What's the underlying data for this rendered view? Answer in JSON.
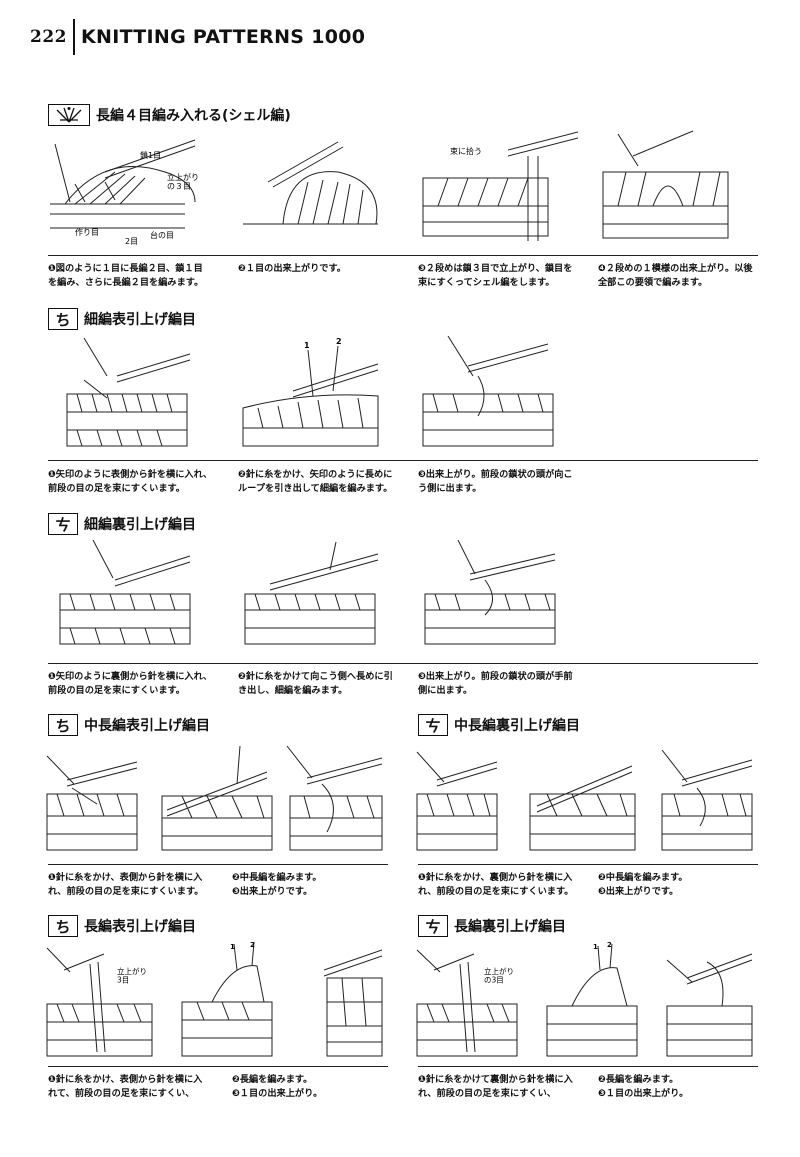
{
  "header": {
    "page_number": "222",
    "title": "KNITTING PATTERNS 1000"
  },
  "sections": [
    {
      "id": "shell",
      "symbol": "⩚",
      "title": "長編４目編み入れる(シェル編)",
      "figure_labels": [
        "鎖1目",
        "立上がり\nの３目",
        "作り目",
        "2目",
        "台の目",
        "束に拾う"
      ],
      "captions": [
        "❶図のように１目に長編２目、鎖１目\nを編み、さらに長編２目を編みます。",
        "❷１目の出来上がりです。",
        "❸２段めは鎖３目で立上がり、鎖目を\n束にすくってシェル編をします。",
        "❹２段めの１模様の出来上がり。以後\n全部この要領で編みます。"
      ]
    },
    {
      "id": "sc-front",
      "symbol": "ち",
      "title": "細編表引上げ編目",
      "figure_labels": [
        "1",
        "2"
      ],
      "captions": [
        "❶矢印のように表側から針を横に入れ、\n前段の目の足を束にすくいます。",
        "❷針に糸をかけ、矢印のように長めに\nループを引き出して細編を編みます。",
        "❸出来上がり。前段の鎖状の頭が向こ\nう側に出ます。"
      ]
    },
    {
      "id": "sc-back",
      "symbol": "ㄘ",
      "title": "細編裏引上げ編目",
      "captions": [
        "❶矢印のように裏側から針を横に入れ、\n前段の目の足を束にすくいます。",
        "❷針に糸をかけて向こう側へ長めに引\nき出し、細編を編みます。",
        "❸出来上がり。前段の鎖状の頭が手前\n側に出ます。"
      ]
    },
    {
      "id": "hdc-front",
      "symbol": "ち",
      "title": "中長編表引上げ編目",
      "captions": [
        "❶針に糸をかけ、表側から針を横に入\nれ、前段の目の足を束にすくいます。",
        "❷中長編を編みます。\n❸出来上がりです。"
      ]
    },
    {
      "id": "hdc-back",
      "symbol": "ㄘ",
      "title": "中長編裏引上げ編目",
      "captions": [
        "❶針に糸をかけ、裏側から針を横に入\nれ、前段の目の足を束にすくいます。",
        "❷中長編を編みます。\n❸出来上がりです。"
      ]
    },
    {
      "id": "dc-front",
      "symbol": "ち",
      "title": "長編表引上げ編目",
      "figure_labels": [
        "立上がり\n3目",
        "1",
        "2"
      ],
      "captions": [
        "❶針に糸をかけ、表側から針を横に入\nれて、前段の目の足を束にすくい、",
        "❷長編を編みます。\n❸１目の出来上がり。"
      ]
    },
    {
      "id": "dc-back",
      "symbol": "ㄘ",
      "title": "長編裏引上げ編目",
      "figure_labels": [
        "立上がり\nの3目",
        "1",
        "2"
      ],
      "captions": [
        "❶針に糸をかけて裏側から針を横に入\nれ、前段の目の足を束にすくい、",
        "❷長編を編みます。\n❸１目の出来上がり。"
      ]
    }
  ]
}
